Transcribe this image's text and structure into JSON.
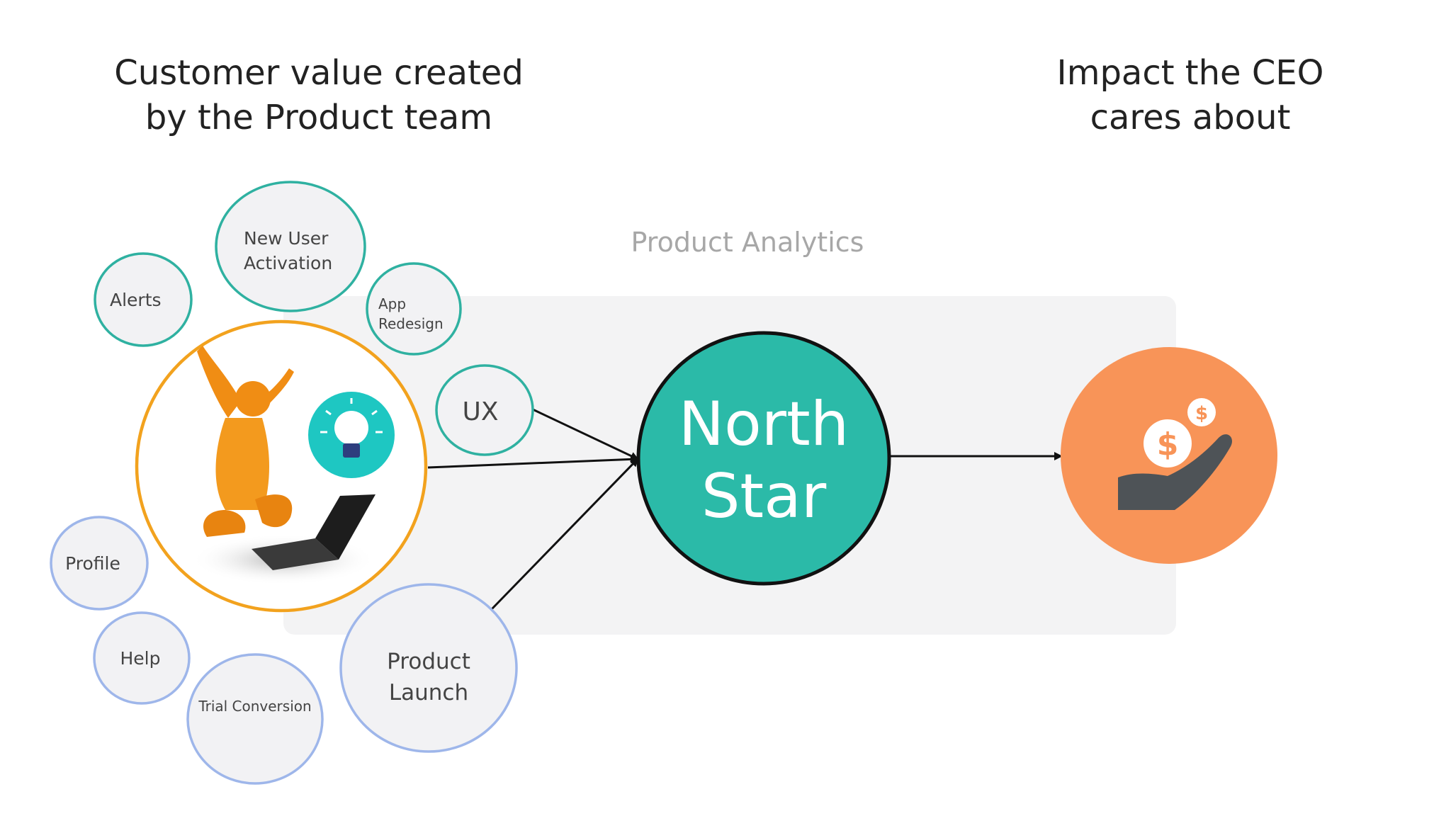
{
  "headings": {
    "left_line1": "Customer value created",
    "left_line2": "by the Product team",
    "right_line1": "Impact the CEO",
    "right_line2": "cares about"
  },
  "panel": {
    "label": "Product Analytics"
  },
  "bubbles_teal": {
    "new_user_line1": "New User",
    "new_user_line2": "Activation",
    "alerts": "Alerts",
    "app_line1": "App",
    "app_line2": "Redesign",
    "ux": "UX"
  },
  "bubbles_blue": {
    "profile": "Profile",
    "help": "Help",
    "trial": "Trial Conversion",
    "launch_line1": "Product",
    "launch_line2": "Launch"
  },
  "north_star": {
    "line1": "North",
    "line2": "Star"
  },
  "icons": {
    "person": "celebrating-person-with-laptop-icon",
    "idea": "lightbulb-icon",
    "money": "hand-with-dollar-coins-icon"
  },
  "colors": {
    "teal": "#2bbaa8",
    "teal_outline": "#2fb1a1",
    "blue_outline": "#9eb6ea",
    "orange_outline": "#f2a21e",
    "orange_fill": "#f89458",
    "panel": "#f3f3f4",
    "bubble_fill": "#f2f2f4",
    "arrow": "#111111"
  }
}
